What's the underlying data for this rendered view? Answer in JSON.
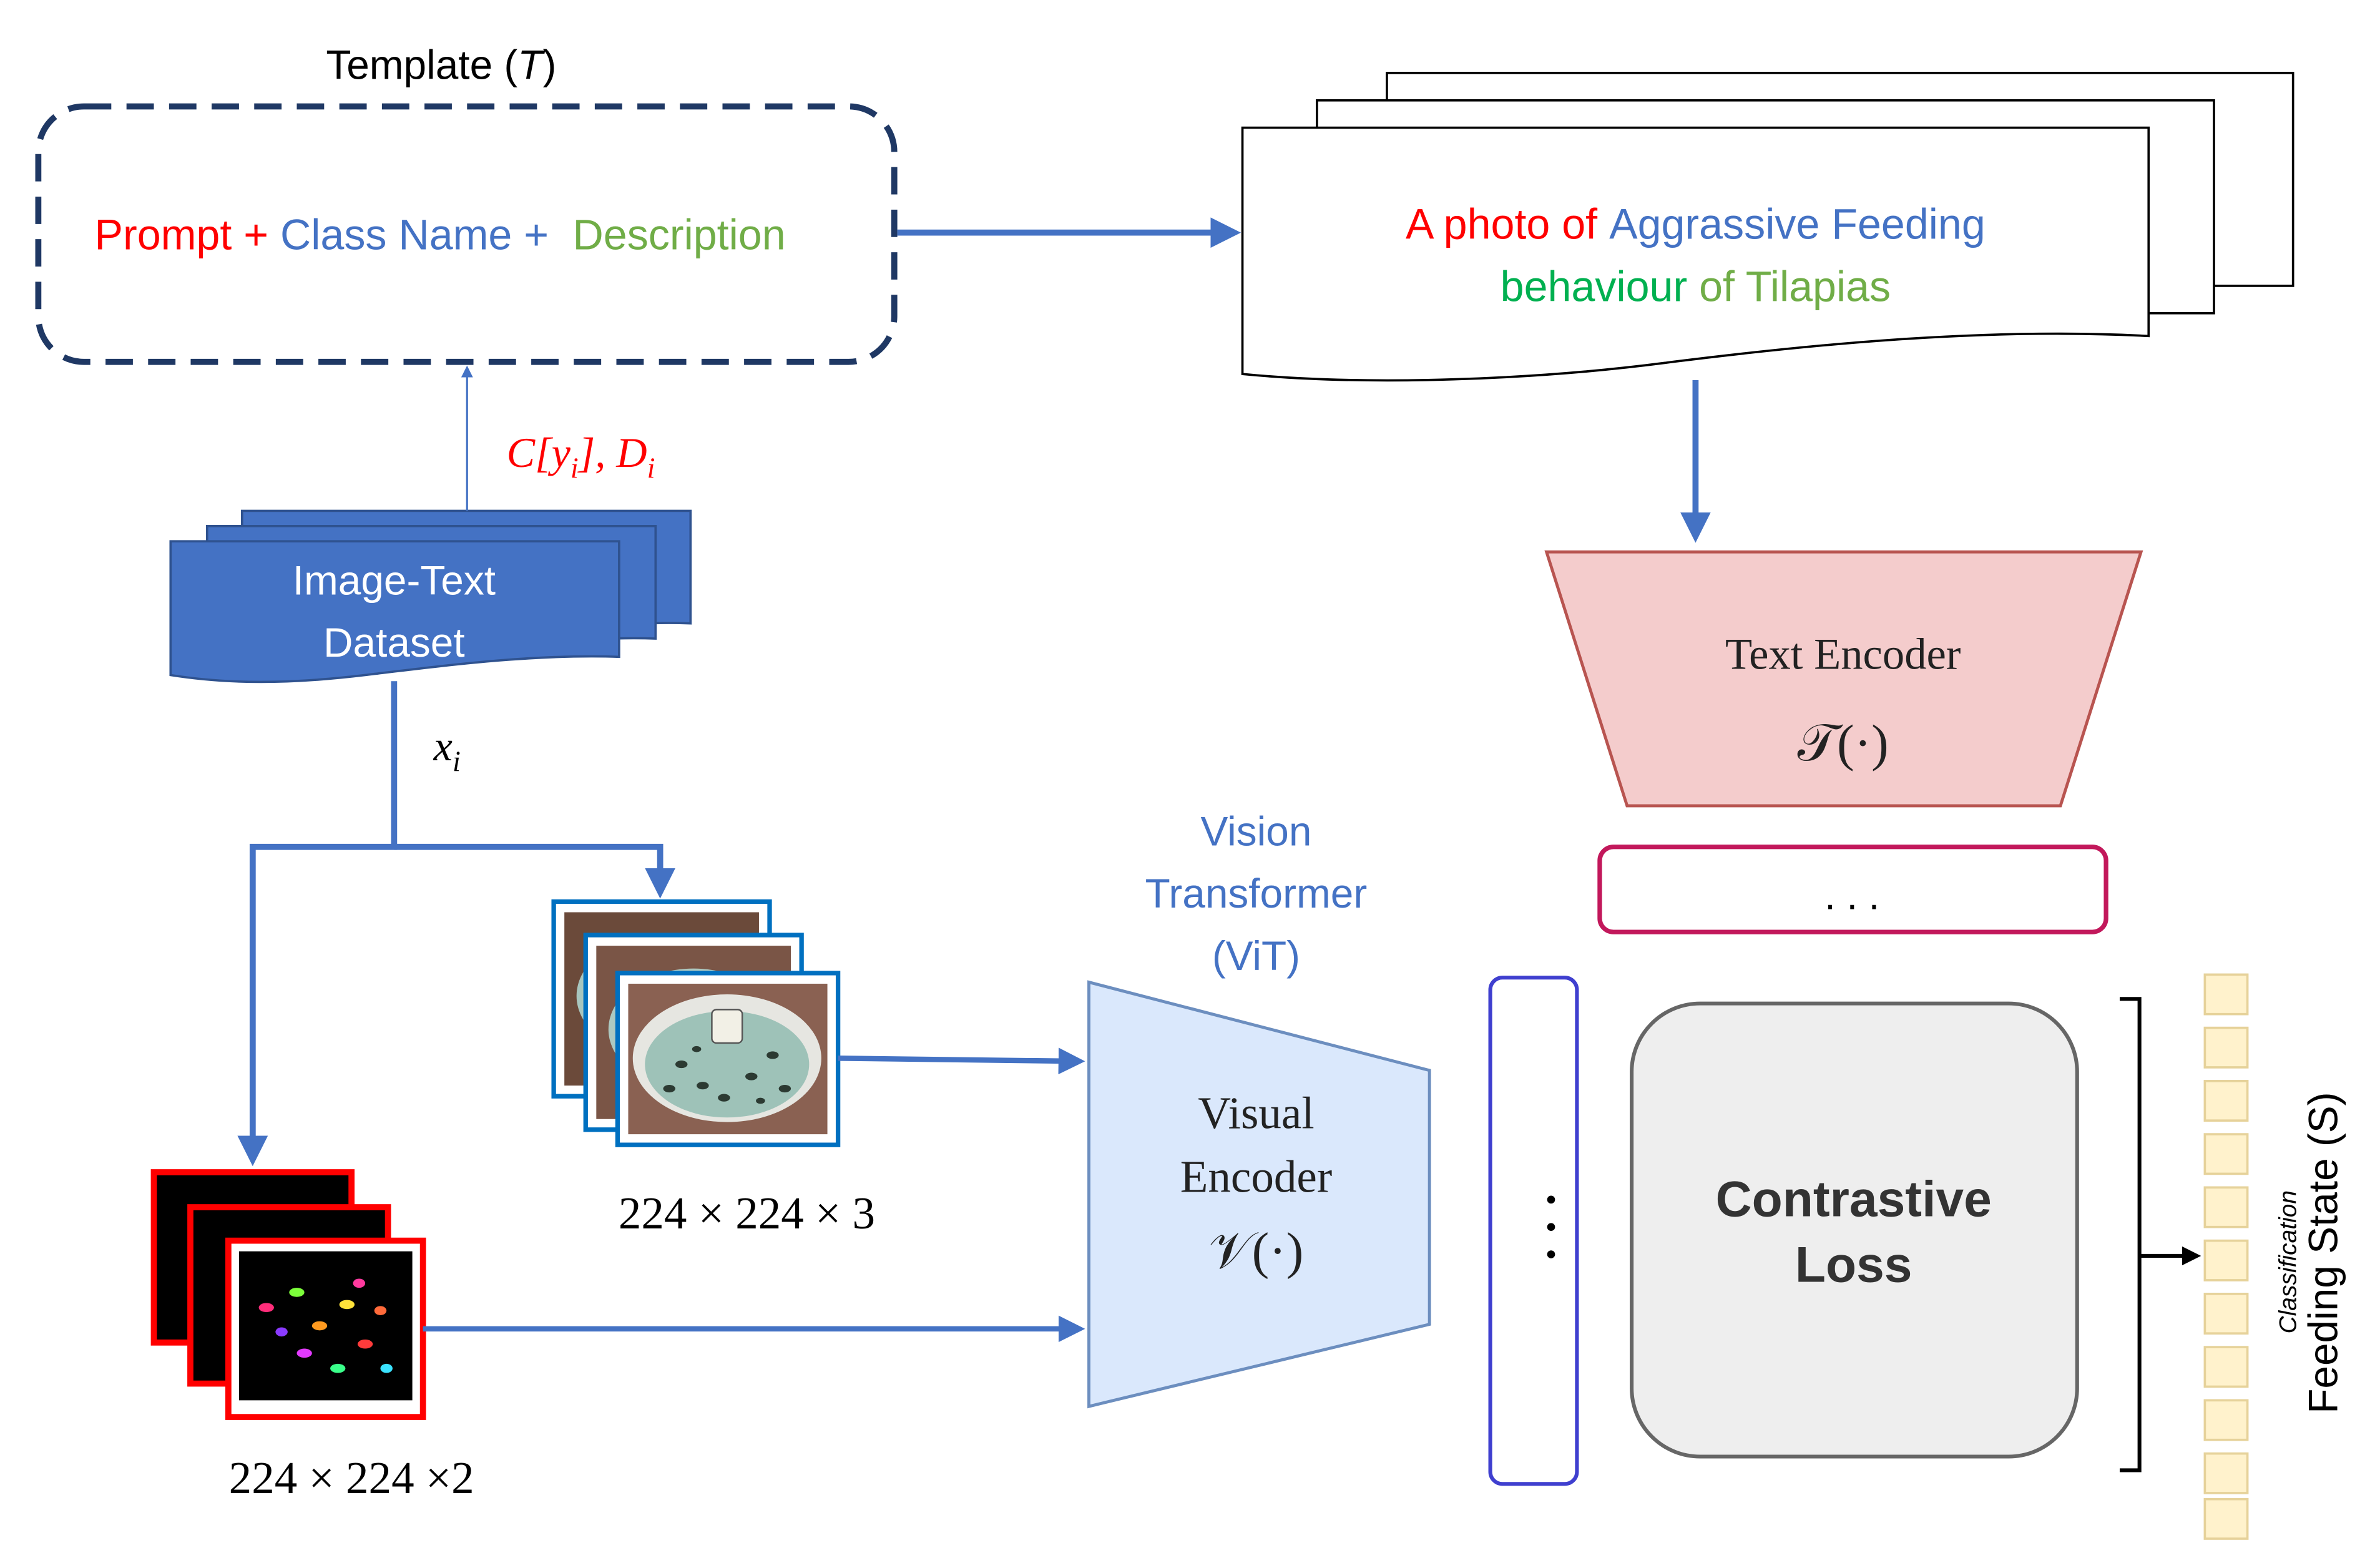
{
  "colors": {
    "arrow_blue": "#4472C4",
    "prompt_red": "#FF0000",
    "class_blue": "#4472C4",
    "desc_green": "#70AD47",
    "behaviour_green": "#00B050",
    "dataset_fill": "#4472C4",
    "text_encoder_fill": "#F4CCCC",
    "text_encoder_stroke": "#B85450",
    "visual_encoder_fill": "#DAE8FC",
    "visual_encoder_stroke": "#6C8EBF",
    "embedding_box_stroke": "#C2185B",
    "vertical_box_stroke": "#3F3FCF",
    "contrastive_fill": "#EEEEEE",
    "contrastive_stroke": "#666666",
    "feature_cell_fill": "#FFF2CC",
    "feature_cell_stroke": "#E6D29A",
    "template_stroke": "#1F3864",
    "frame_red": "#FF0000",
    "frame_blue": "#0070C0"
  },
  "template": {
    "title_prefix": "Template (",
    "title_var": "T",
    "title_suffix": ")",
    "prompt": "Prompt +",
    "class_name": "Class Name +",
    "description": "Description"
  },
  "caption": {
    "line1_red": "A photo of",
    "line1_blue": "Aggrassive Feeding",
    "line2_green": "behaviour",
    "line2_rest": "of Tilapias"
  },
  "dataset": {
    "line1": "Image-Text",
    "line2": "Dataset",
    "label_up": "C[y",
    "label_up_sub": "i",
    "label_up_mid": "], D",
    "label_up_sub2": "i",
    "label_down": "x",
    "label_down_sub": "i"
  },
  "images": {
    "rgb_dims": "224 × 224 × 3",
    "flow_dims": "224 × 224 ×2"
  },
  "vit": {
    "line1": "Vision",
    "line2": "Transformer",
    "line3": "(ViT)"
  },
  "visual_encoder": {
    "line1": "Visual",
    "line2": "Encoder",
    "symbol": "𝒱(·)"
  },
  "text_encoder": {
    "line1": "Text Encoder",
    "symbol": "𝒯(·)"
  },
  "embedding": {
    "horizontal_dots": ". . .",
    "vertical_dots": "⋮"
  },
  "contrastive": {
    "line1": "Contrastive",
    "line2": "Loss"
  },
  "output": {
    "classification": "Classification",
    "feeding_state": "Feeding State (S)"
  }
}
